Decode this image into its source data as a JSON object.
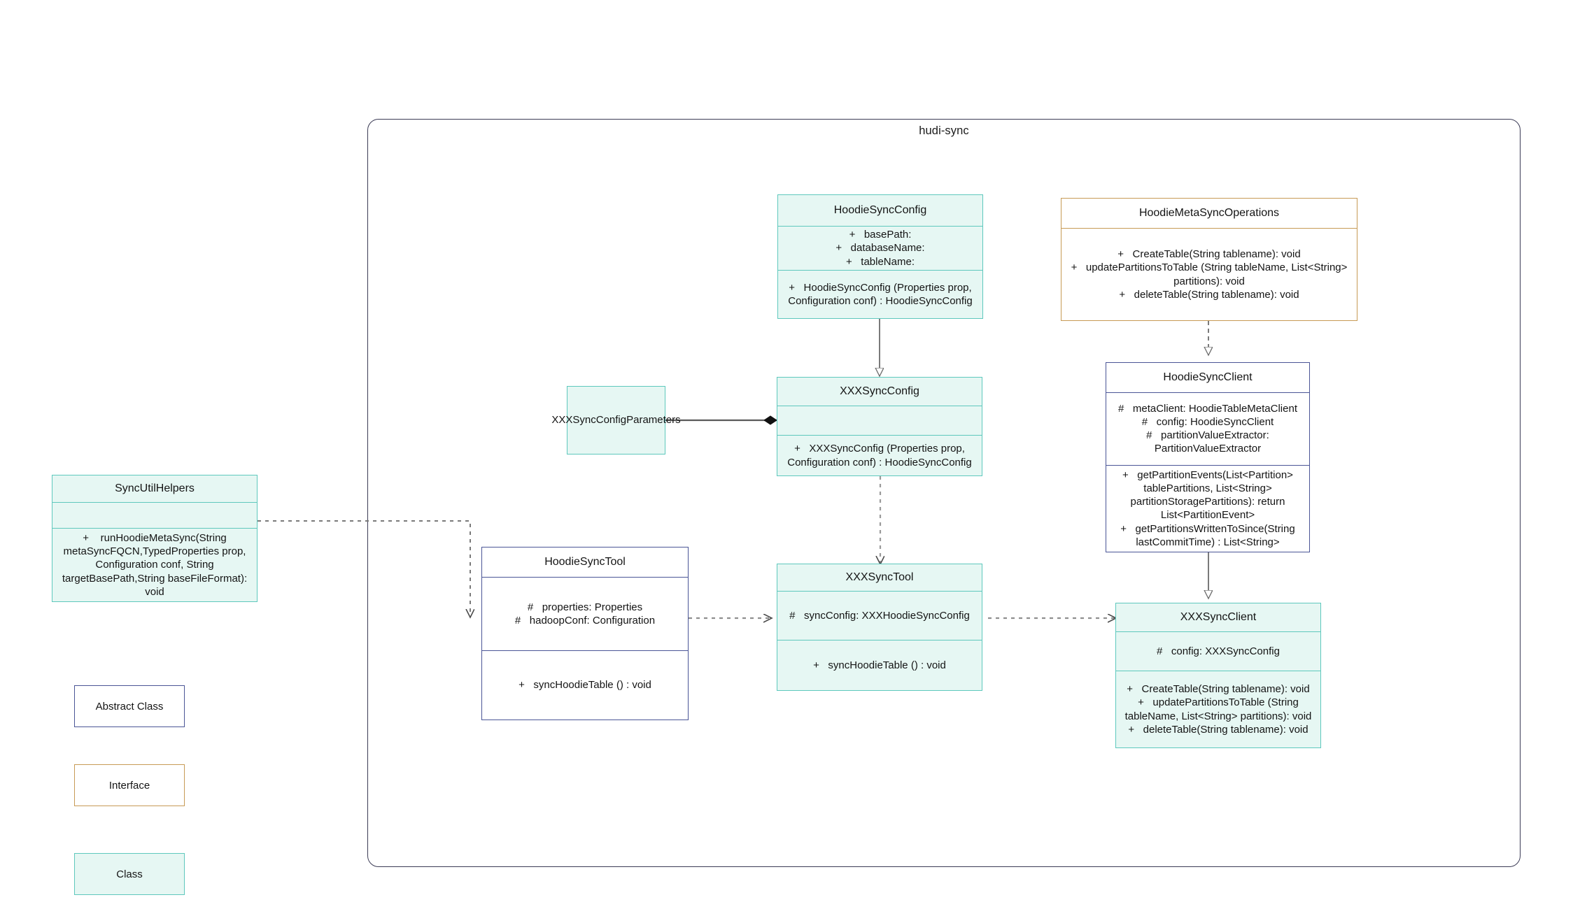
{
  "diagram": {
    "package_title": "hudi-sync",
    "type": "uml-class-diagram"
  },
  "classes": {
    "hoodie_sync_config": {
      "name": "HoodieSyncConfig",
      "kind": "class",
      "attributes": [
        "+   basePath:",
        "+   databaseName:",
        "+   tableName:"
      ],
      "methods": [
        "+   HoodieSyncConfig (Properties prop, Configuration conf) : HoodieSyncConfig"
      ]
    },
    "hoodie_meta_sync_operations": {
      "name": "HoodieMetaSyncOperations",
      "kind": "interface",
      "methods": [
        "+   CreateTable(String tablename): void",
        "+   updatePartitionsToTable (String tableName, List<String> partitions): void",
        "+   deleteTable(String tablename): void"
      ]
    },
    "hoodie_sync_client": {
      "name": "HoodieSyncClient",
      "kind": "abstract",
      "attributes": [
        "#   metaClient: HoodieTableMetaClient",
        "#   config: HoodieSyncClient",
        "#   partitionValueExtractor: PartitionValueExtractor"
      ],
      "methods": [
        "+   getPartitionEvents(List<Partition> tablePartitions, List<String> partitionStoragePartitions): return List<PartitionEvent>",
        "+   getPartitionsWrittenToSince(String lastCommitTime) : List<String>"
      ]
    },
    "xxx_sync_config_parameters": {
      "name": "XXXSyncConfigParameters",
      "kind": "class"
    },
    "xxx_sync_config": {
      "name": "XXXSyncConfig",
      "kind": "class",
      "attributes": [],
      "methods": [
        "+   XXXSyncConfig (Properties prop, Configuration conf) : HoodieSyncConfig"
      ]
    },
    "sync_util_helpers": {
      "name": "SyncUtilHelpers",
      "kind": "class",
      "attributes": [],
      "methods": [
        "+    runHoodieMetaSync(String metaSyncFQCN,TypedProperties prop, Configuration conf, String targetBasePath,String baseFileFormat): void"
      ]
    },
    "hoodie_sync_tool": {
      "name": "HoodieSyncTool",
      "kind": "abstract",
      "attributes": [
        "#   properties: Properties",
        "#   hadoopConf: Configuration"
      ],
      "methods": [
        "+   syncHoodieTable () : void"
      ]
    },
    "xxx_sync_tool": {
      "name": "XXXSyncTool",
      "kind": "class",
      "attributes": [
        "#   syncConfig: XXXHoodieSyncConfig"
      ],
      "methods": [
        "+   syncHoodieTable () : void"
      ]
    },
    "xxx_sync_client": {
      "name": "XXXSyncClient",
      "kind": "class",
      "attributes": [
        "#   config: XXXSyncConfig"
      ],
      "methods": [
        "+   CreateTable(String tablename): void",
        "+   updatePartitionsToTable (String tableName, List<String> partitions): void",
        "+   deleteTable(String tablename): void"
      ]
    }
  },
  "legend": {
    "abstract_label": "Abstract Class",
    "interface_label": "Interface",
    "class_label": "Class"
  },
  "colors": {
    "class_fill": "#e6f7f3",
    "class_border": "#5ec8bd",
    "abstract_border": "#4a5596",
    "interface_border": "#c79a55",
    "package_border": "#3b3b55",
    "connector": "#6b6b6b",
    "text": "#141414"
  },
  "relations": [
    {
      "from": "HoodieSyncConfig",
      "to": "XXXSyncConfig",
      "type": "generalization"
    },
    {
      "from": "HoodieMetaSyncOperations",
      "to": "HoodieSyncClient",
      "type": "realization"
    },
    {
      "from": "HoodieSyncClient",
      "to": "XXXSyncClient",
      "type": "generalization"
    },
    {
      "from": "XXXSyncConfigParameters",
      "to": "XXXSyncConfig",
      "type": "composition"
    },
    {
      "from": "XXXSyncConfig",
      "to": "XXXSyncTool",
      "type": "dependency"
    },
    {
      "from": "SyncUtilHelpers",
      "to": "HoodieSyncTool",
      "type": "dependency"
    },
    {
      "from": "HoodieSyncTool",
      "to": "XXXSyncTool",
      "type": "dependency"
    },
    {
      "from": "XXXSyncTool",
      "to": "XXXSyncClient",
      "type": "dependency"
    }
  ]
}
